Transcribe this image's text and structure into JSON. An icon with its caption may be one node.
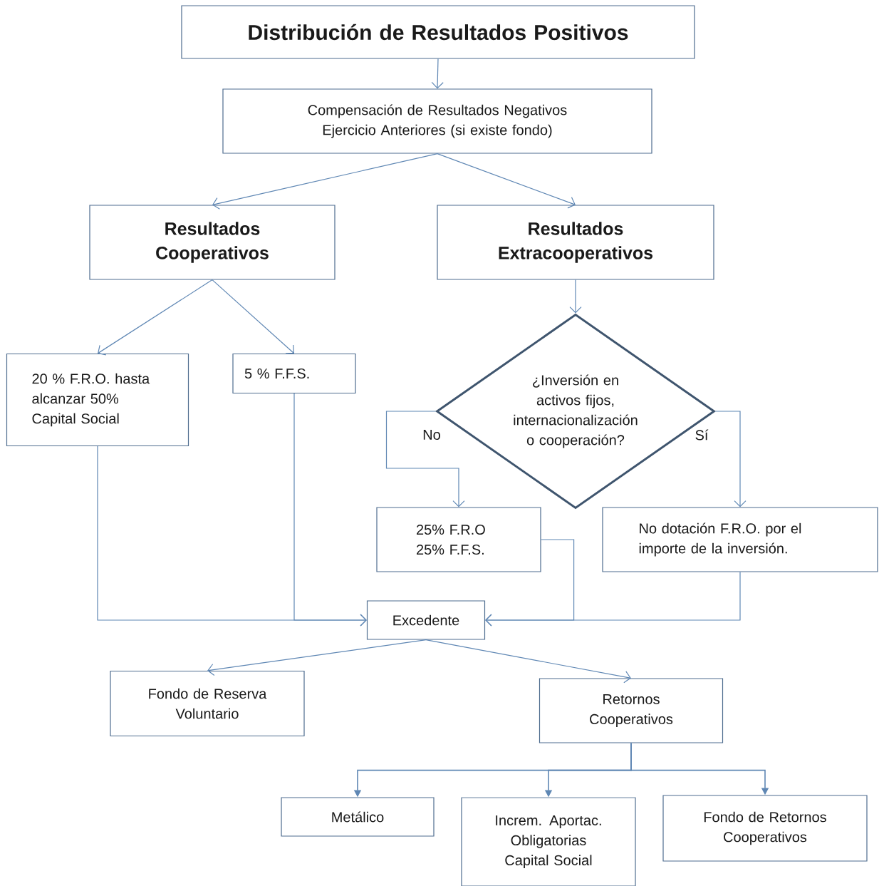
{
  "diagram": {
    "nodes": [
      {
        "text": [
          "Distribución de Resultados Positivos"
        ]
      },
      {
        "text": [
          "Compensación de Resultados Negativos Ejercicio Anteriores (si existe fondo)"
        ]
      },
      {
        "text": [
          "Resultados Cooperativos"
        ]
      },
      {
        "text": [
          "Resultados Extracooperativos"
        ]
      },
      {
        "text": [
          "20 % F.R.O. hasta alcanzar 50% Capital Social"
        ]
      },
      {
        "text": [
          "5 % F.F.S."
        ]
      },
      {
        "text": [
          "¿Inversión en activos fijos, internacionalización o cooperación?"
        ]
      },
      {
        "text": [
          "25% F.R.O 25% F.F.S."
        ]
      },
      {
        "text": [
          "No dotación F.R.O. por el importe de la inversión."
        ]
      },
      {
        "text": [
          "Excedente"
        ]
      },
      {
        "text": [
          "Fondo de Reserva Voluntario"
        ]
      },
      {
        "text": [
          "Retornos Cooperativos"
        ]
      },
      {
        "text": [
          "Metálico"
        ]
      },
      {
        "text": [
          "Increm. Aportac. Obligatorias Capital Social"
        ]
      },
      {
        "text": [
          "Fondo de Retornos Cooperativos"
        ]
      }
    ],
    "edges": [
      {
        "from": 0,
        "to": 1,
        "arrow": "to"
      },
      {
        "from": 1,
        "to": 2,
        "arrow": "to"
      },
      {
        "from": 1,
        "to": 3,
        "arrow": "to"
      },
      {
        "from": 2,
        "to": 4,
        "arrow": "to"
      },
      {
        "from": 2,
        "to": 5,
        "arrow": "to"
      },
      {
        "from": 3,
        "to": 6,
        "arrow": "to"
      },
      {
        "from": 6,
        "to": 7,
        "arrow": "to",
        "label": "No"
      },
      {
        "from": 6,
        "to": 8,
        "arrow": "to",
        "label": "Sí"
      },
      {
        "from": 4,
        "to": 9,
        "arrow": "to"
      },
      {
        "from": 5,
        "to": 9,
        "arrow": "to"
      },
      {
        "from": 7,
        "to": 9,
        "arrow": "to"
      },
      {
        "from": 8,
        "to": 9,
        "arrow": "to"
      },
      {
        "from": 9,
        "to": 10,
        "arrow": "to"
      },
      {
        "from": 9,
        "to": 11,
        "arrow": "to"
      },
      {
        "from": 11,
        "to": 12,
        "arrow": "to"
      },
      {
        "from": 11,
        "to": 13,
        "arrow": "to"
      },
      {
        "from": 11,
        "to": 14,
        "arrow": "to"
      }
    ]
  }
}
